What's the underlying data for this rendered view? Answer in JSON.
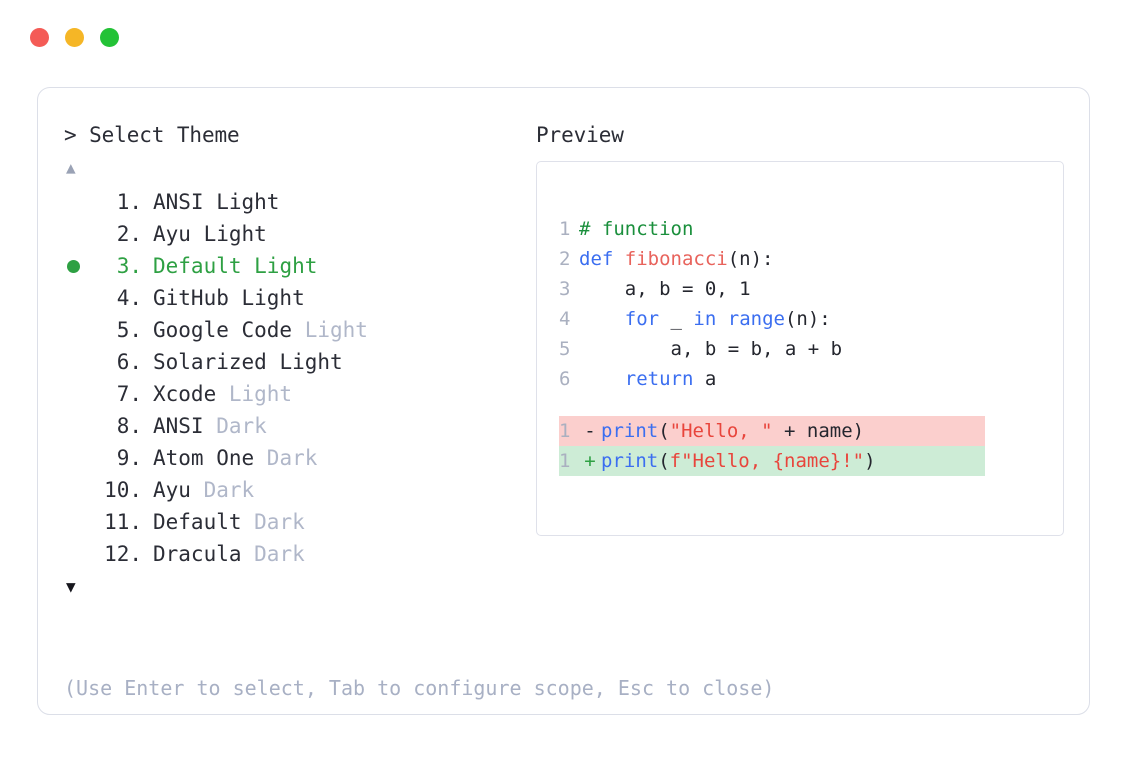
{
  "window": {
    "buttons": [
      {
        "name": "close",
        "color": "#f45b56"
      },
      {
        "name": "minimize",
        "color": "#f5b626"
      },
      {
        "name": "maximize",
        "color": "#23c236"
      }
    ]
  },
  "prompt": {
    "heading": "> Select Theme",
    "scroll_up": "▲",
    "scroll_down": "▼"
  },
  "preview": {
    "label": "Preview"
  },
  "themes": [
    {
      "index": "1.",
      "name": "ANSI",
      "suffix": "Light",
      "suffix_muted": false,
      "selected": false
    },
    {
      "index": "2.",
      "name": "Ayu",
      "suffix": "Light",
      "suffix_muted": false,
      "selected": false
    },
    {
      "index": "3.",
      "name": "Default",
      "suffix": "Light",
      "suffix_muted": false,
      "selected": true
    },
    {
      "index": "4.",
      "name": "GitHub",
      "suffix": "Light",
      "suffix_muted": false,
      "selected": false
    },
    {
      "index": "5.",
      "name": "Google Code",
      "suffix": "Light",
      "suffix_muted": true,
      "selected": false
    },
    {
      "index": "6.",
      "name": "Solarized",
      "suffix": "Light",
      "suffix_muted": false,
      "selected": false
    },
    {
      "index": "7.",
      "name": "Xcode",
      "suffix": "Light",
      "suffix_muted": true,
      "selected": false
    },
    {
      "index": "8.",
      "name": "ANSI",
      "suffix": "Dark",
      "suffix_muted": true,
      "selected": false
    },
    {
      "index": "9.",
      "name": "Atom One",
      "suffix": "Dark",
      "suffix_muted": true,
      "selected": false
    },
    {
      "index": "10.",
      "name": "Ayu",
      "suffix": "Dark",
      "suffix_muted": true,
      "selected": false
    },
    {
      "index": "11.",
      "name": "Default",
      "suffix": "Dark",
      "suffix_muted": true,
      "selected": false
    },
    {
      "index": "12.",
      "name": "Dracula",
      "suffix": "Dark",
      "suffix_muted": true,
      "selected": false
    }
  ],
  "code": {
    "lines": [
      {
        "num": "1",
        "tokens": [
          {
            "t": "# function",
            "c": "tok-comment"
          }
        ]
      },
      {
        "num": "2",
        "tokens": [
          {
            "t": "def ",
            "c": "tok-keyword"
          },
          {
            "t": "fibonacci",
            "c": "tok-func"
          },
          {
            "t": "(n):",
            "c": "tok-plain"
          }
        ]
      },
      {
        "num": "3",
        "tokens": [
          {
            "t": "    a, b = 0, 1",
            "c": "tok-plain"
          }
        ]
      },
      {
        "num": "4",
        "tokens": [
          {
            "t": "    ",
            "c": "tok-plain"
          },
          {
            "t": "for",
            "c": "tok-keyword"
          },
          {
            "t": " _ ",
            "c": "tok-plain"
          },
          {
            "t": "in ",
            "c": "tok-keyword"
          },
          {
            "t": "range",
            "c": "tok-builtin"
          },
          {
            "t": "(n):",
            "c": "tok-plain"
          }
        ]
      },
      {
        "num": "5",
        "tokens": [
          {
            "t": "        a, b = b, a + b",
            "c": "tok-plain"
          }
        ]
      },
      {
        "num": "6",
        "tokens": [
          {
            "t": "    ",
            "c": "tok-plain"
          },
          {
            "t": "return",
            "c": "tok-keyword"
          },
          {
            "t": " a",
            "c": "tok-plain"
          }
        ]
      }
    ],
    "diff": [
      {
        "num": "1",
        "sign": "-",
        "kind": "removed",
        "tokens": [
          {
            "t": "print",
            "c": "tok-builtin"
          },
          {
            "t": "(",
            "c": "tok-plain"
          },
          {
            "t": "\"Hello, \"",
            "c": "tok-string"
          },
          {
            "t": " + name)",
            "c": "tok-plain"
          }
        ]
      },
      {
        "num": "1",
        "sign": "+",
        "kind": "added",
        "tokens": [
          {
            "t": "print",
            "c": "tok-builtin"
          },
          {
            "t": "(",
            "c": "tok-plain"
          },
          {
            "t": "f\"Hello, {name}!\"",
            "c": "tok-string"
          },
          {
            "t": ")",
            "c": "tok-plain"
          }
        ]
      }
    ]
  },
  "footer": {
    "hint": "(Use Enter to select, Tab to configure scope, Esc to close)"
  }
}
